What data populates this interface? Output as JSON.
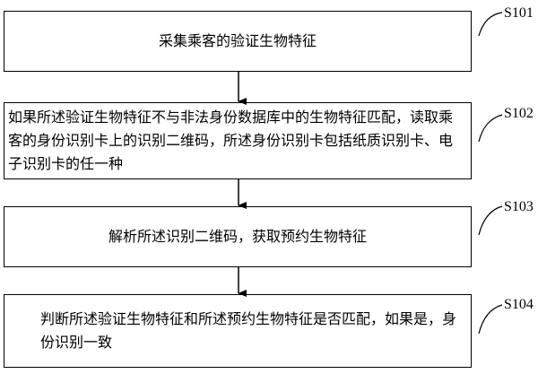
{
  "steps": [
    {
      "id": "S101",
      "text": "采集乘客的验证生物特征"
    },
    {
      "id": "S102",
      "text": "如果所述验证生物特征不与非法身份数据库中的生物特征匹配，读取乘客的身份识别卡上的识别二维码，所述身份识别卡包括纸质识别卡、电子识别卡的任一种"
    },
    {
      "id": "S103",
      "text": "解析所述识别二维码，获取预约生物特征"
    },
    {
      "id": "S104",
      "text": "判断所述验证生物特征和所述预约生物特征是否匹配，如果是，身份识别一致"
    }
  ]
}
